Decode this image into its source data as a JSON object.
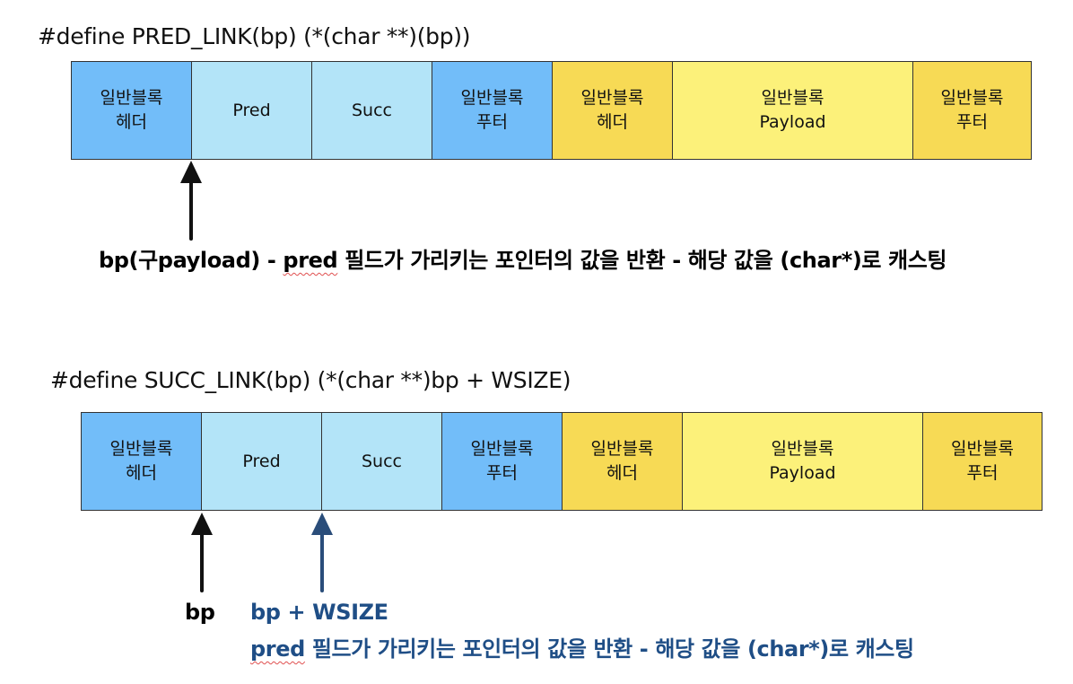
{
  "top": {
    "macro": "#define PRED_LINK(bp)  (*(char **)(bp))",
    "cells": [
      {
        "lines": [
          "일반블록",
          "헤더"
        ],
        "color": "#72bdf9"
      },
      {
        "lines": [
          "Pred"
        ],
        "color": "#b3e4f8"
      },
      {
        "lines": [
          "Succ"
        ],
        "color": "#b3e4f8"
      },
      {
        "lines": [
          "일반블록",
          "푸터"
        ],
        "color": "#72bdf9"
      },
      {
        "lines": [
          "일반블록",
          "헤더"
        ],
        "color": "#f7da55"
      },
      {
        "lines": [
          "일반블록",
          "Payload"
        ],
        "color": "#fcf17a"
      },
      {
        "lines": [
          "일반블록",
          "푸터"
        ],
        "color": "#f7da55"
      }
    ],
    "note_prefix": "bp(구payload) - ",
    "note_squiggle": "pred",
    "note_rest": " 필드가 가리키는 포인터의 값을 반환 - 해당 값을 (char*)로 캐스팅"
  },
  "bottom": {
    "macro": "#define SUCC_LINK(bp)  (*(char **)bp + WSIZE)",
    "cells": [
      {
        "lines": [
          "일반블록",
          "헤더"
        ],
        "color": "#72bdf9"
      },
      {
        "lines": [
          "Pred"
        ],
        "color": "#b3e4f8"
      },
      {
        "lines": [
          "Succ"
        ],
        "color": "#b3e4f8"
      },
      {
        "lines": [
          "일반블록",
          "푸터"
        ],
        "color": "#72bdf9"
      },
      {
        "lines": [
          "일반블록",
          "헤더"
        ],
        "color": "#f7da55"
      },
      {
        "lines": [
          "일반블록",
          "Payload"
        ],
        "color": "#fcf17a"
      },
      {
        "lines": [
          "일반블록",
          "푸터"
        ],
        "color": "#f7da55"
      }
    ],
    "bp_label": "bp",
    "wsize_label": "bp + WSIZE",
    "note_squiggle": "pred",
    "note_rest": " 필드가 가리키는 포인터의 값을 반환 - 해당 값을 (char*)로 캐스팅"
  },
  "colors": {
    "arrow_black": "#111111",
    "arrow_blue": "#2a4d7a",
    "note_blue": "#1f4e86"
  }
}
